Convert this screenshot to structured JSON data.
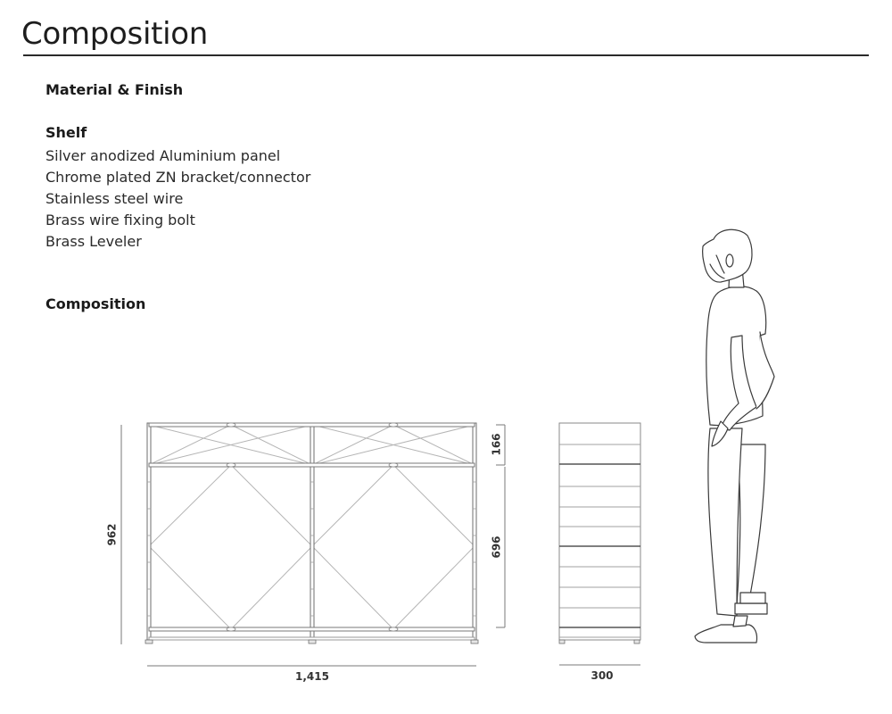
{
  "header": {
    "title": "Composition"
  },
  "material_section": {
    "heading": "Material & Finish",
    "group_title": "Shelf",
    "items": [
      "Silver anodized Aluminium panel",
      "Chrome plated ZN bracket/connector",
      "Stainless steel wire",
      "Brass wire fixing bolt",
      "Brass Leveler"
    ]
  },
  "composition_section": {
    "heading": "Composition"
  },
  "dimensions": {
    "overall_width": "1,415",
    "overall_height": "962",
    "upper_module_height": "166",
    "lower_module_height": "696",
    "depth": "300"
  }
}
